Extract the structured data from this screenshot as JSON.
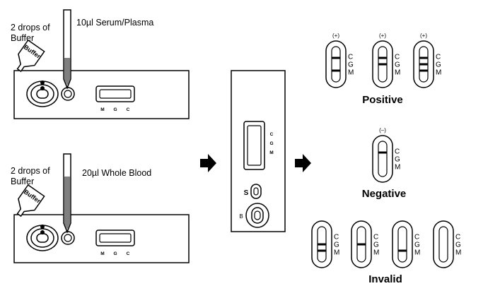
{
  "step1": {
    "buffer_label_line1": "2 drops of",
    "buffer_label_line2": "Buffer",
    "sample_label": "10µl Serum/Plasma",
    "bottle_label": "Buffer",
    "cassette_letters": [
      "M",
      "G",
      "C"
    ]
  },
  "step2": {
    "buffer_label_line1": "2 drops of",
    "buffer_label_line2": "Buffer",
    "sample_label": "20µl Whole Blood",
    "bottle_label": "Buffer",
    "cassette_letters": [
      "M",
      "G",
      "C"
    ]
  },
  "device": {
    "window_letters": [
      "C",
      "G",
      "M"
    ],
    "sample_well_label": "S",
    "buffer_well_label": "B"
  },
  "results": {
    "positive_title": "Positive",
    "negative_title": "Negative",
    "invalid_title": "Invalid",
    "line_letters": [
      "C",
      "G",
      "M"
    ],
    "positive": [
      {
        "sign": "(+)",
        "lines": [
          true,
          false,
          true
        ]
      },
      {
        "sign": "(+)",
        "lines": [
          true,
          true,
          false
        ]
      },
      {
        "sign": "(+)",
        "lines": [
          true,
          true,
          true
        ]
      }
    ],
    "negative": [
      {
        "sign": "(–)",
        "lines": [
          true,
          false,
          false
        ]
      }
    ],
    "invalid": [
      {
        "lines": [
          false,
          true,
          true
        ]
      },
      {
        "lines": [
          false,
          true,
          false
        ]
      },
      {
        "lines": [
          false,
          false,
          true
        ]
      },
      {
        "lines": [
          false,
          false,
          false
        ]
      }
    ]
  },
  "colors": {
    "ink": "#000000",
    "sample": "#7f7f7f",
    "background": "#ffffff"
  },
  "icons": {
    "arrow": "right-arrow-icon"
  }
}
